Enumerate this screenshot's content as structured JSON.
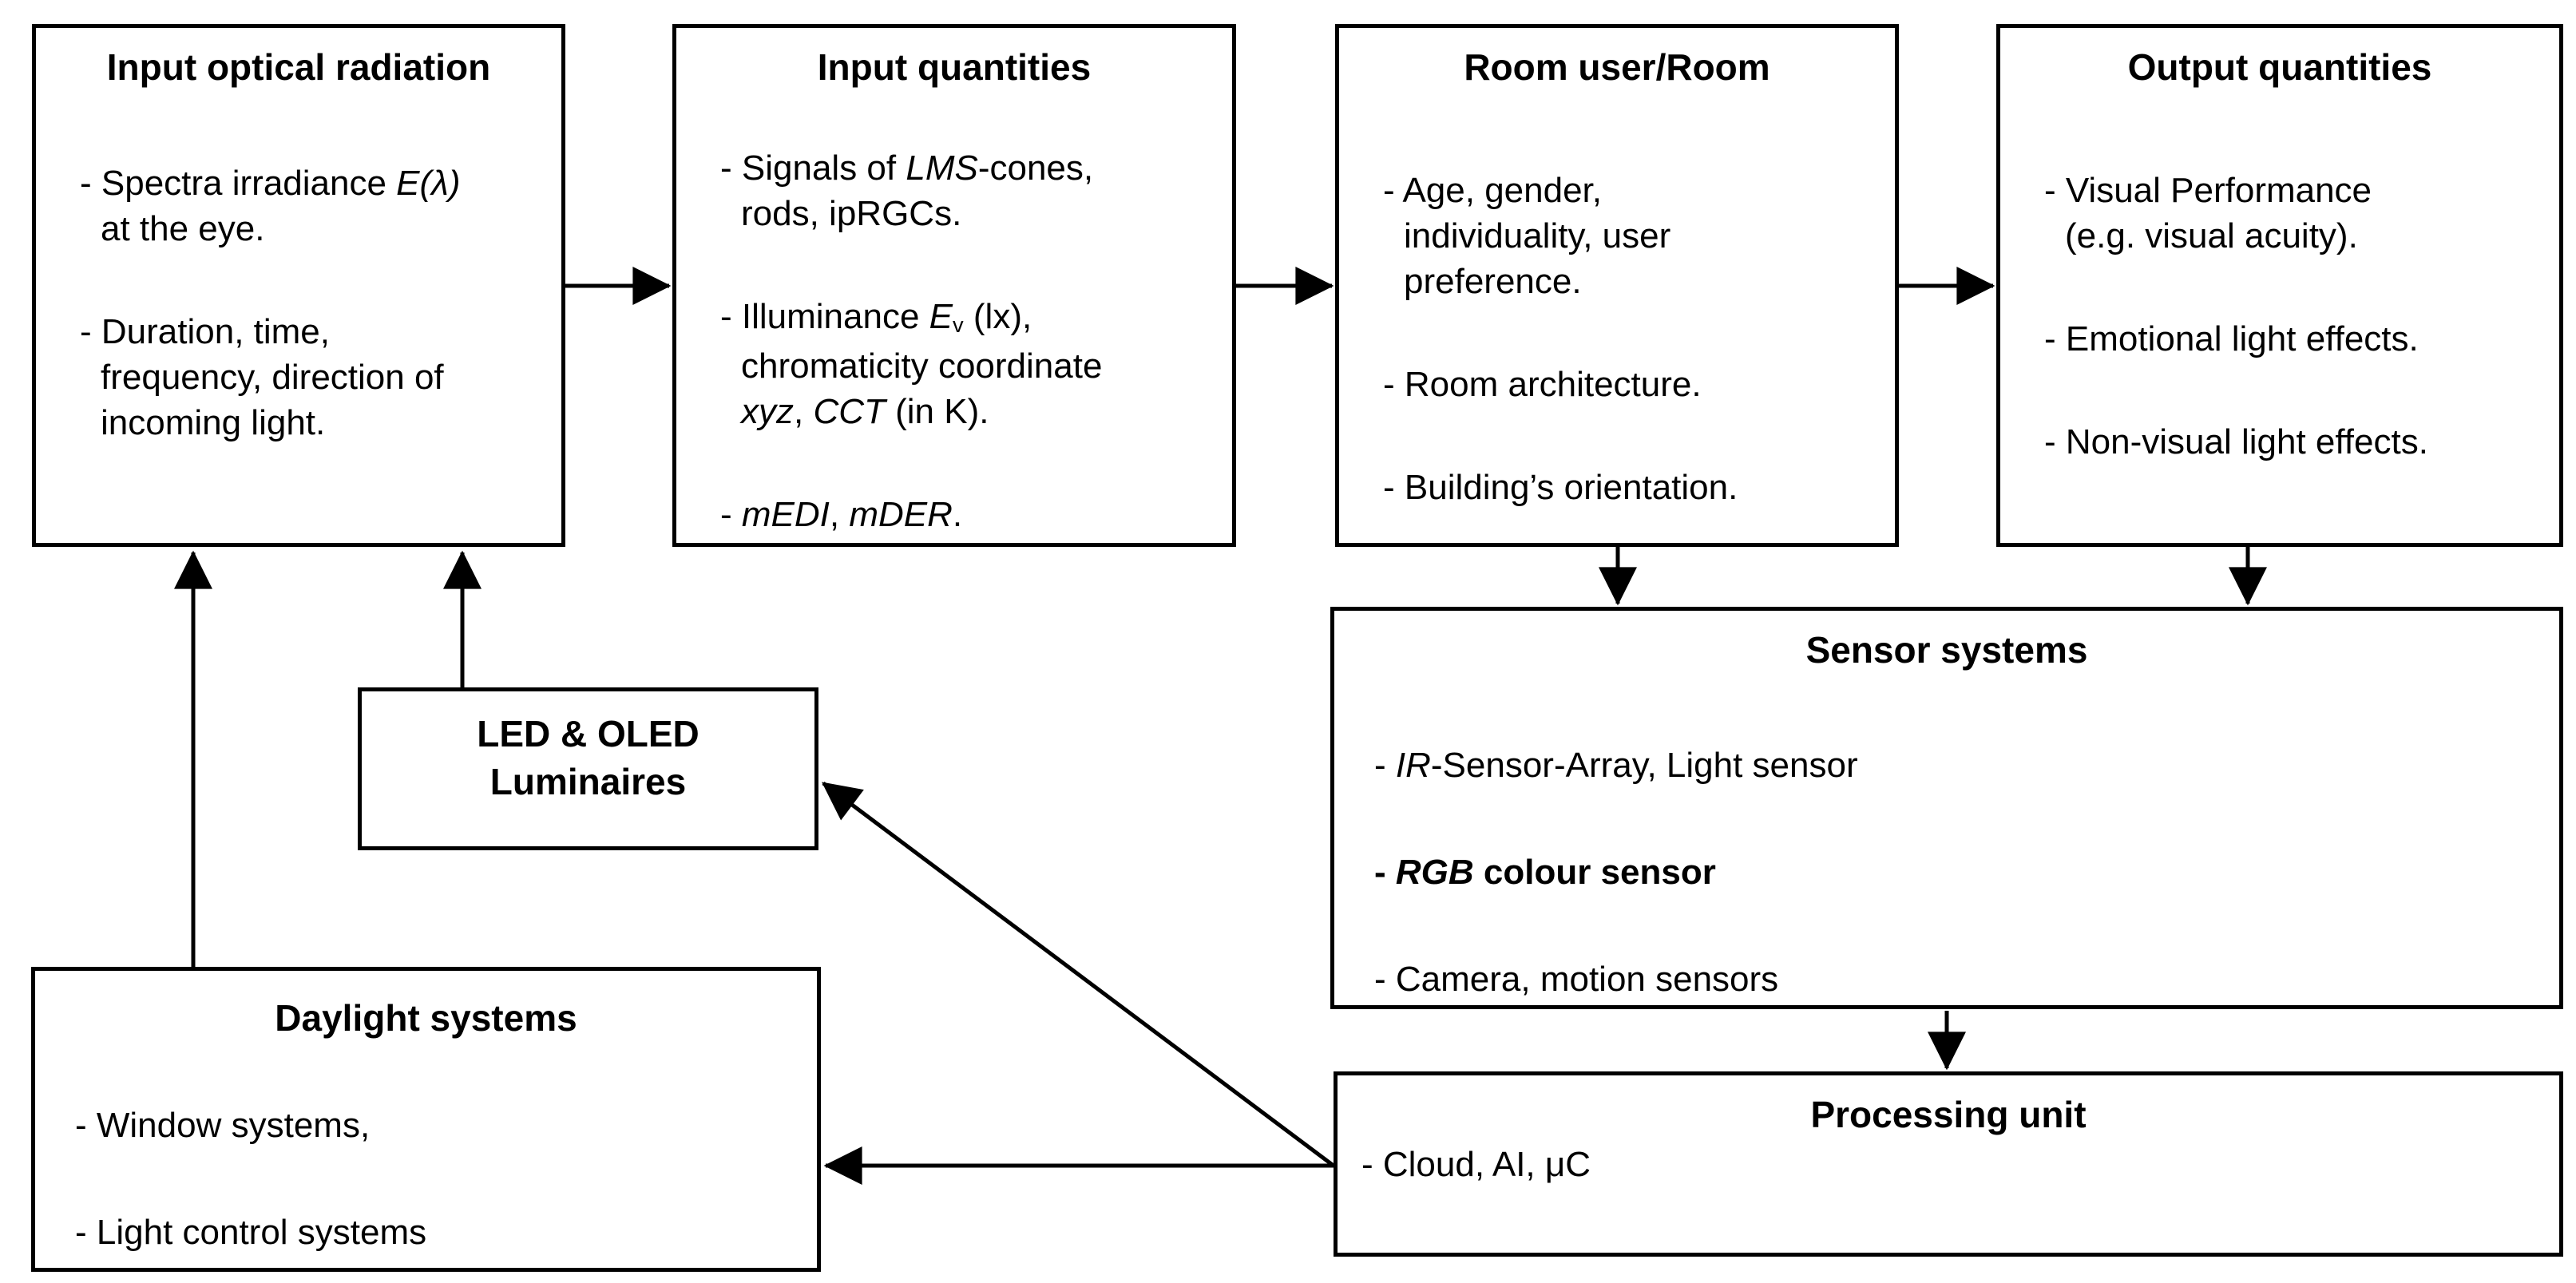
{
  "diagram": {
    "background_color": "#ffffff",
    "line_color": "#000000",
    "boxes": {
      "input_optical_radiation": {
        "title": "Input optical radiation",
        "seg": {
          "s1": "- Spectra irradiance ",
          "s2": "E(λ)",
          "s3": "at the eye.",
          "s4": "- Duration, time,",
          "s5": "frequency, direction of",
          "s6": "incoming light."
        }
      },
      "input_quantities": {
        "title": "Input quantities",
        "seg": {
          "s1": "- Signals of ",
          "s2": "LMS",
          "s3": "-cones,",
          "s4": "rods, ipRGCs.",
          "s5": "- Illuminance ",
          "s6": "E",
          "s7": "v",
          "s8": " (lx),",
          "s9": "chromaticity coordinate",
          "s10": "xyz",
          "s11": ", ",
          "s12": "CCT",
          "s13": " (in K).",
          "s14": "- ",
          "s15": "mEDI",
          "s16": ", ",
          "s17": "mDER",
          "s18": "."
        }
      },
      "room_user_room": {
        "title": "Room user/Room",
        "seg": {
          "s1": "- Age, gender,",
          "s2": "individuality, user",
          "s3": "preference.",
          "s4": "- Room architecture.",
          "s5": "- Building’s orientation."
        }
      },
      "output_quantities": {
        "title": "Output quantities",
        "seg": {
          "s1": "- Visual Performance",
          "s2": "(e.g. visual acuity).",
          "s3": "- Emotional light effects.",
          "s4": "- Non-visual light effects."
        }
      },
      "led_oled_luminaires": {
        "title_line1": "LED & OLED",
        "title_line2": "Luminaires"
      },
      "sensor_systems": {
        "title": "Sensor systems",
        "seg": {
          "s1": "- ",
          "s2": "IR",
          "s3": "-Sensor-Array, Light sensor",
          "s4": "- ",
          "s5": "RGB",
          "s6": " colour sensor",
          "s7": "- Camera, motion sensors"
        }
      },
      "daylight_systems": {
        "title": "Daylight systems",
        "seg": {
          "s1": "- Window systems,",
          "s2": "- Light control systems"
        }
      },
      "processing_unit": {
        "title": "Processing unit",
        "seg": {
          "s1": "- Cloud, AI, μC"
        }
      }
    }
  }
}
